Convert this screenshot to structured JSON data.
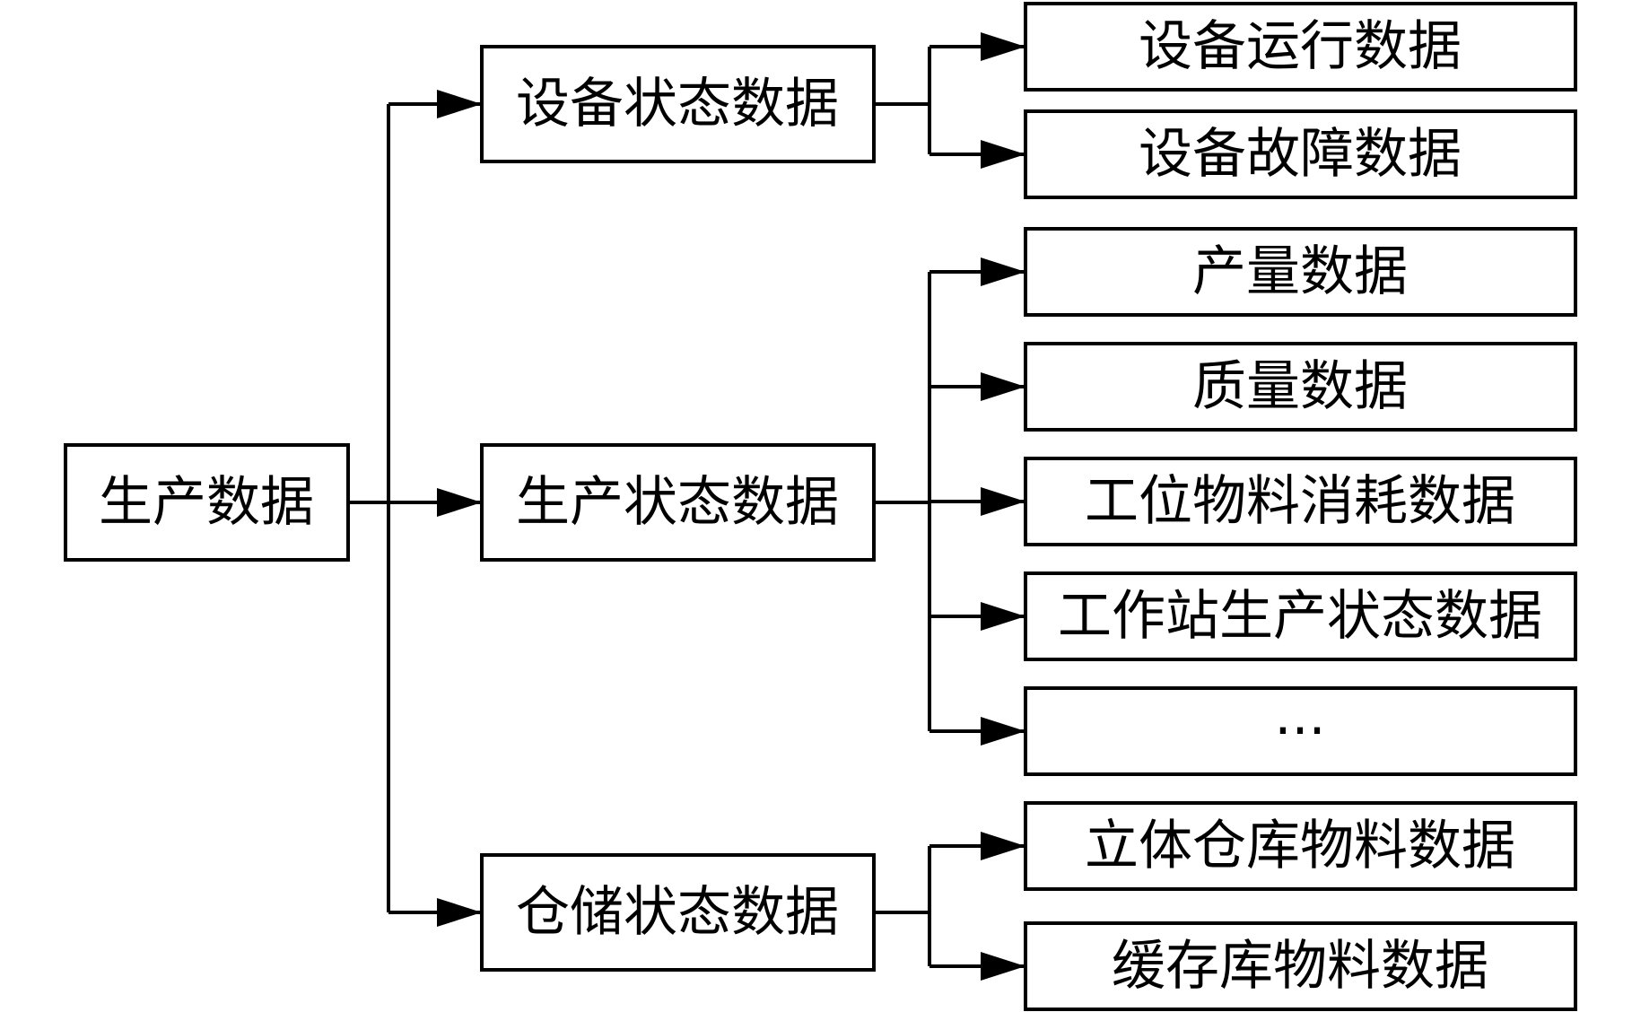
{
  "root": {
    "label": "生产数据"
  },
  "categories": [
    {
      "label": "设备状态数据",
      "children": [
        "设备运行数据",
        "设备故障数据"
      ]
    },
    {
      "label": "生产状态数据",
      "children": [
        "产量数据",
        "质量数据",
        "工位物料消耗数据",
        "工作站生产状态数据",
        "···"
      ]
    },
    {
      "label": "仓储状态数据",
      "children": [
        "立体仓库物料数据",
        "缓存库物料数据"
      ]
    }
  ]
}
